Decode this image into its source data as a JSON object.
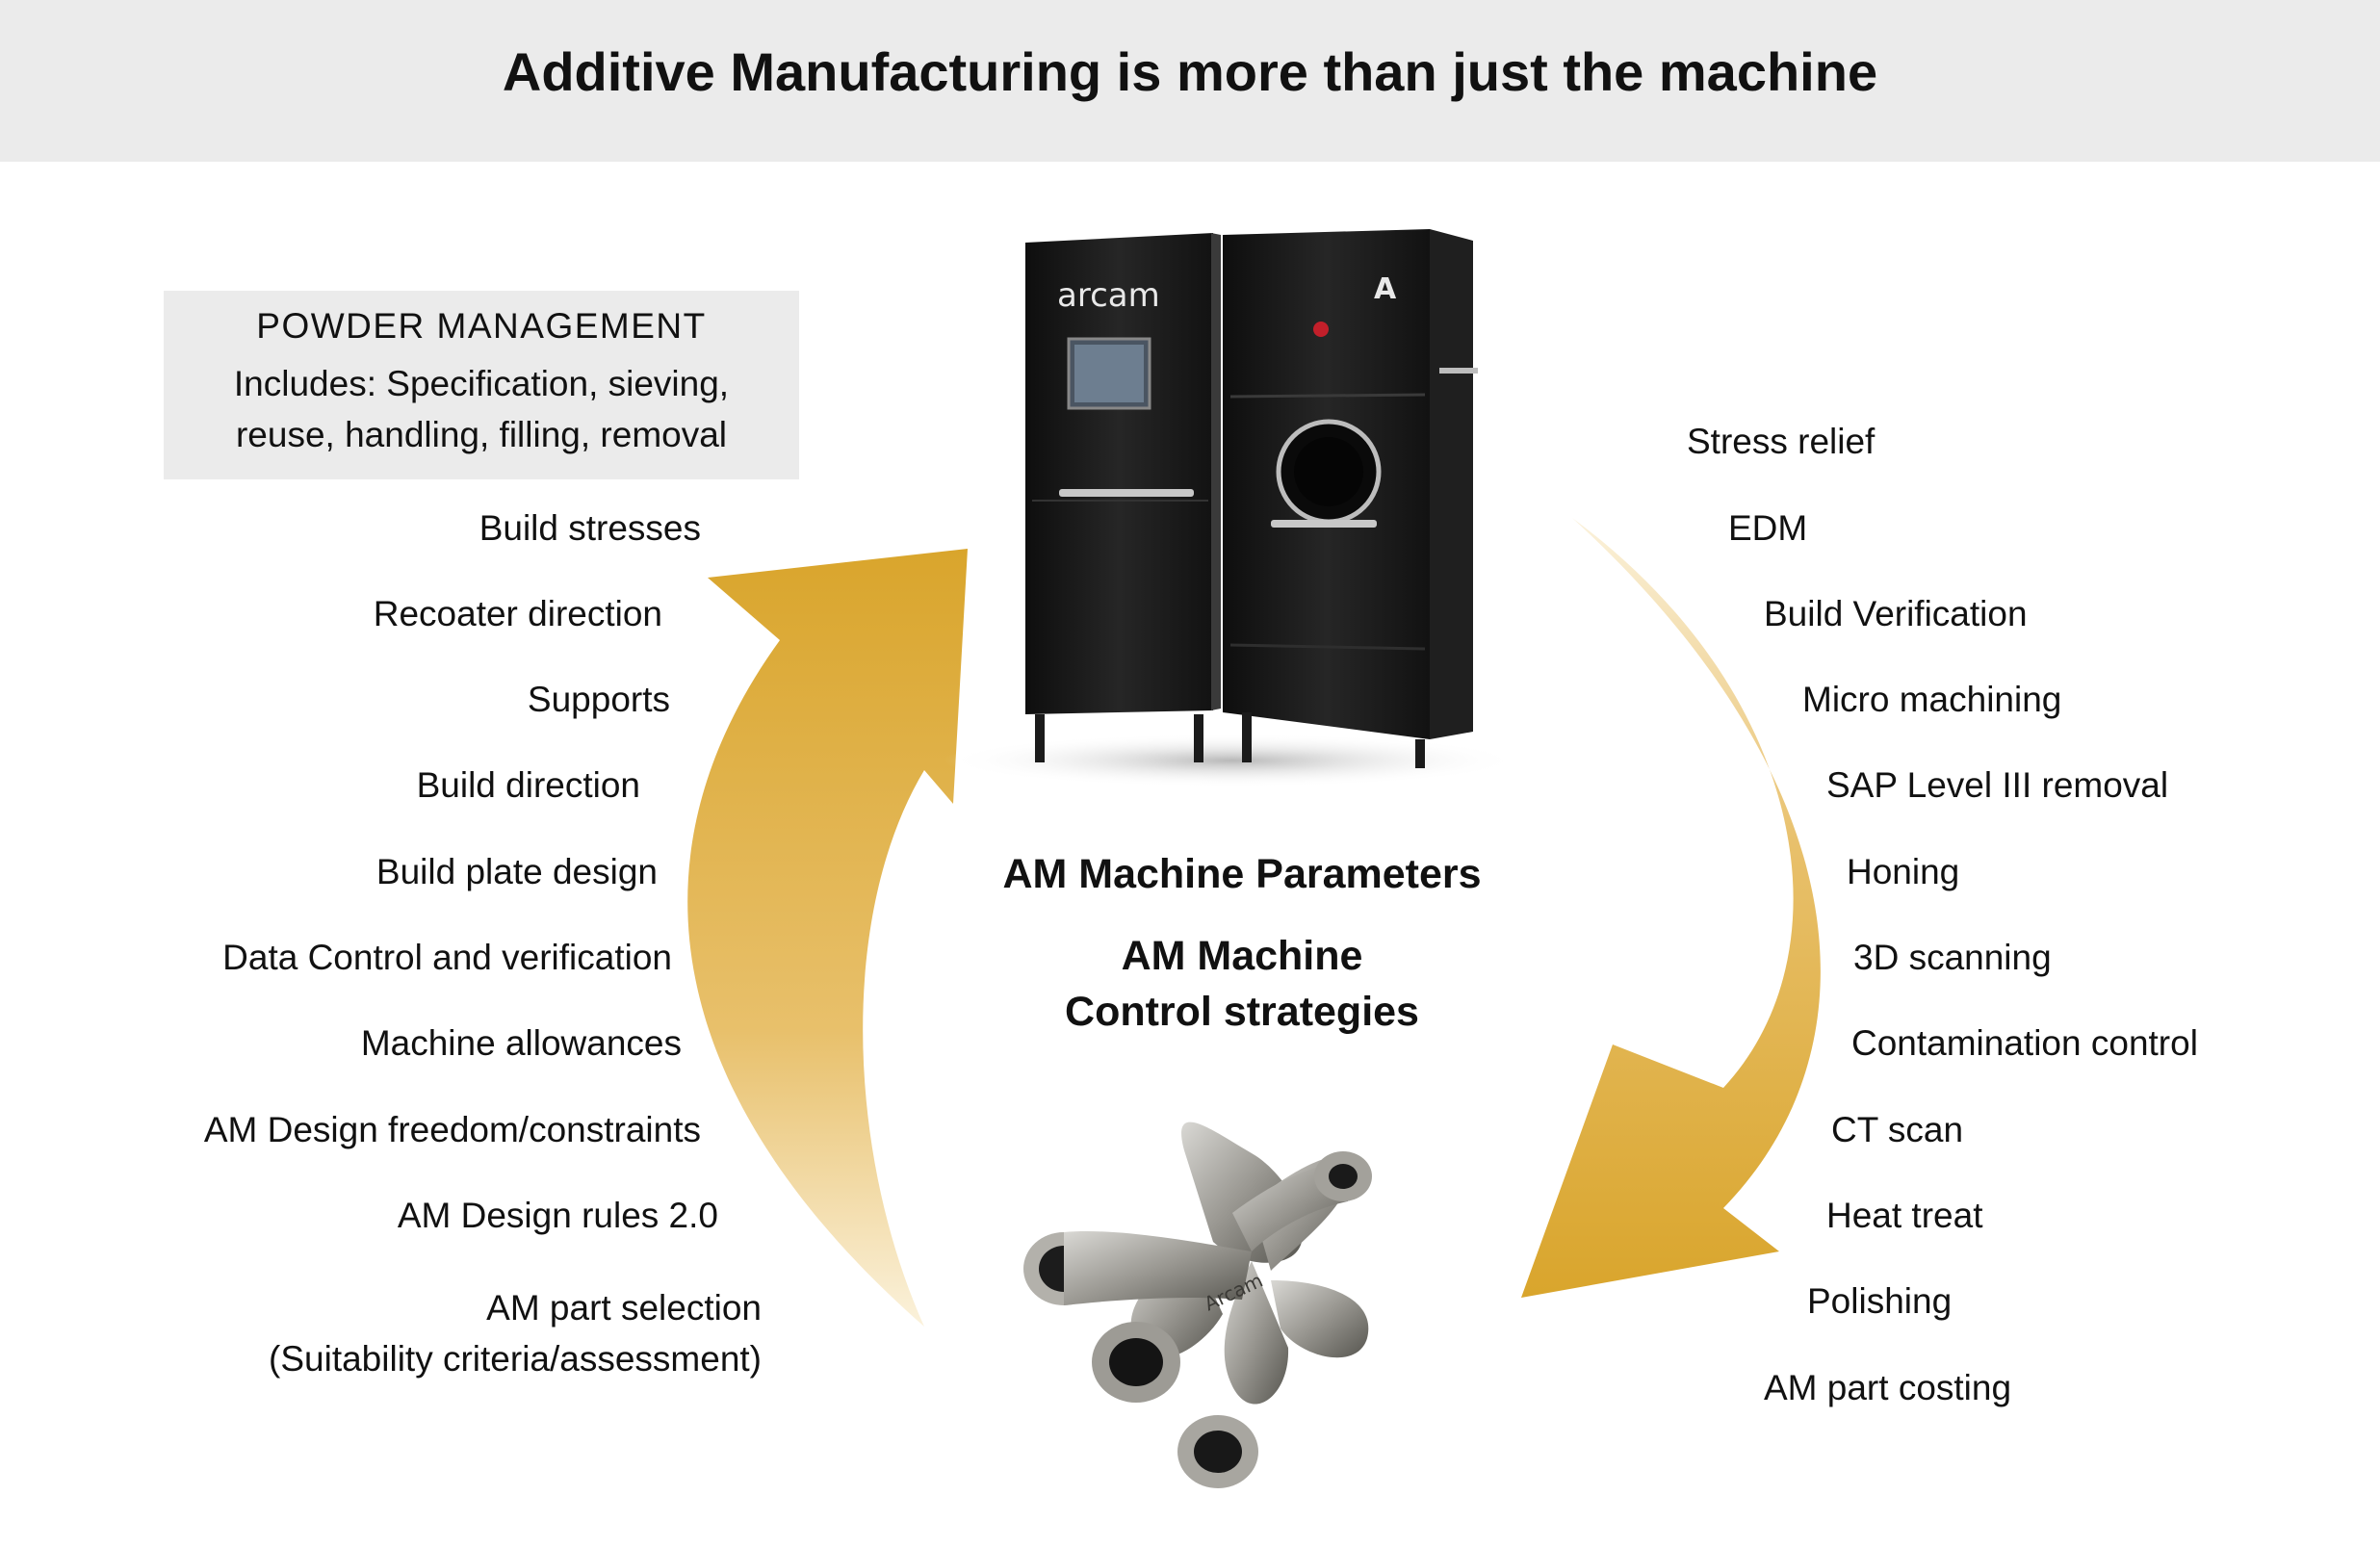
{
  "title": "Additive Manufacturing is more than just the machine",
  "colors": {
    "header_bg": "#ebebeb",
    "box_bg": "#ebebeb",
    "arrow_gold": "#d9a52c",
    "arrow_fade": "#fbf2dc"
  },
  "powder_box": {
    "title": "POWDER MANAGEMENT",
    "line1": "Includes: Specification, sieving,",
    "line2": "reuse, handling, filling, removal"
  },
  "left_items": [
    "Build stresses",
    "Recoater direction",
    "Supports",
    "Build direction",
    "Build plate design",
    "Data Control and verification",
    "Machine allowances",
    "AM Design freedom/constraints",
    "AM Design rules 2.0",
    "AM part selection",
    "(Suitability criteria/assessment)"
  ],
  "right_items": [
    "Stress relief",
    "EDM",
    "Build Verification",
    "Micro machining",
    "SAP Level III removal",
    "Honing",
    "3D scanning",
    "Contamination control",
    "CT scan",
    "Heat treat",
    "Polishing",
    "AM part costing"
  ],
  "center": {
    "line1": "AM Machine Parameters",
    "line2": "AM Machine",
    "line3": "Control strategies"
  },
  "machine": {
    "brand_logo": "arcam",
    "badge_logo": "A",
    "icon": "am-machine-icon"
  },
  "part": {
    "icon": "printed-part-icon",
    "engraving": "Arcam"
  }
}
